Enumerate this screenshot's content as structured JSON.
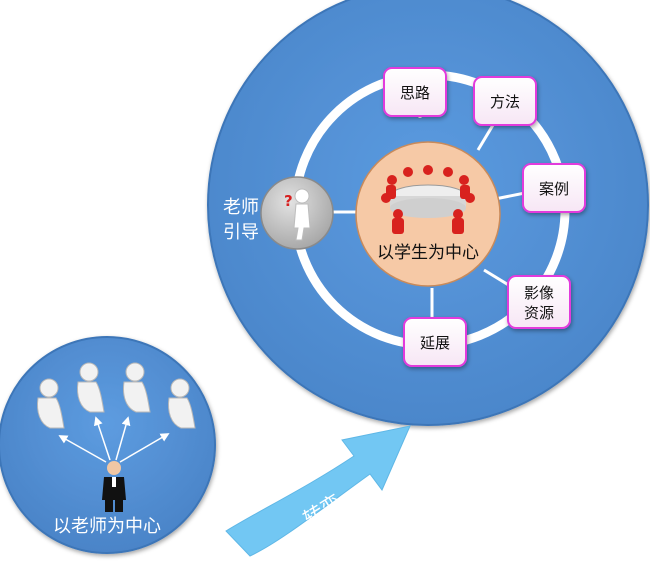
{
  "colors": {
    "big_circle": "#4e8fd2",
    "ring": "#ffffff",
    "center_fill": "#f6c9a6",
    "box_border": "#e23bdc",
    "arrow": "#6fc6f2",
    "text_light": "#ffffff",
    "text_dark": "#111111"
  },
  "big_circle": {
    "center_label": "以学生为中心",
    "guide_label_line1": "老师",
    "guide_label_line2": "引导",
    "nodes": [
      {
        "label": "思路"
      },
      {
        "label": "方法"
      },
      {
        "label": "案例"
      },
      {
        "label_line1": "影像",
        "label_line2": "资源"
      },
      {
        "label": "延展"
      }
    ]
  },
  "small_circle": {
    "label": "以老师为中心"
  },
  "transition": {
    "label": "转变"
  },
  "icons": {
    "guide": "thinking-figure-with-question-mark-icon",
    "center": "people-around-round-table-icon",
    "students": "sitting-figure-icon",
    "teacher": "teacher-in-suit-icon"
  }
}
